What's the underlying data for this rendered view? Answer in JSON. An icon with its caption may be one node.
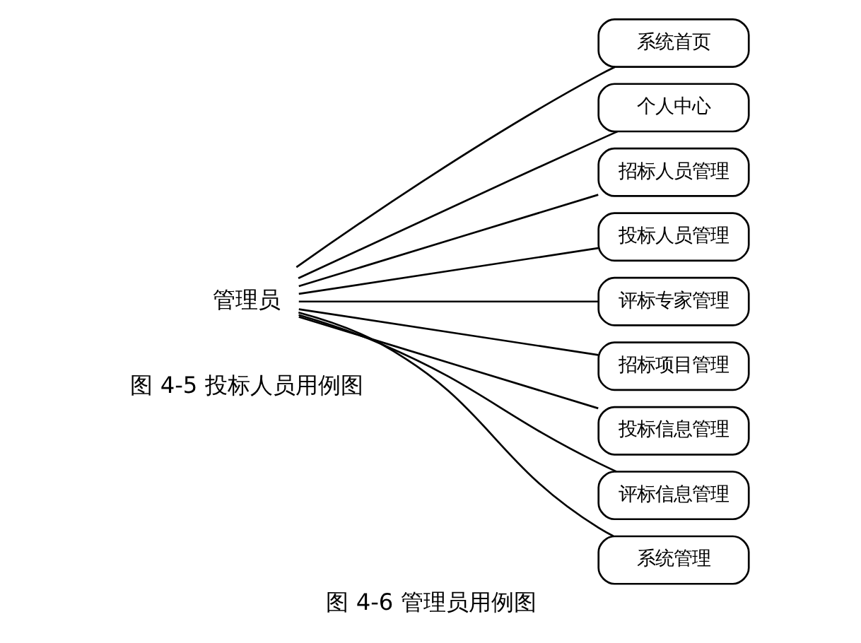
{
  "diagram": {
    "caption": "图 4-6 管理员用例图",
    "nodes": [
      {
        "text": [
          "管理员"
        ]
      },
      {
        "text": [
          "系统首页"
        ]
      },
      {
        "text": [
          "个人中心"
        ]
      },
      {
        "text": [
          "招标人员管理"
        ]
      },
      {
        "text": [
          "投标人员管理"
        ]
      },
      {
        "text": [
          "评标专家管理"
        ]
      },
      {
        "text": [
          "招标项目管理"
        ]
      },
      {
        "text": [
          "投标信息管理"
        ]
      },
      {
        "text": [
          "评标信息管理"
        ]
      },
      {
        "text": [
          "系统管理"
        ]
      }
    ],
    "edges": [
      {
        "from": 0,
        "to": 1,
        "arrow": "none"
      },
      {
        "from": 0,
        "to": 2,
        "arrow": "none"
      },
      {
        "from": 0,
        "to": 3,
        "arrow": "none"
      },
      {
        "from": 0,
        "to": 4,
        "arrow": "none"
      },
      {
        "from": 0,
        "to": 5,
        "arrow": "none"
      },
      {
        "from": 0,
        "to": 6,
        "arrow": "none"
      },
      {
        "from": 0,
        "to": 7,
        "arrow": "none"
      },
      {
        "from": 0,
        "to": 8,
        "arrow": "none"
      },
      {
        "from": 0,
        "to": 9,
        "arrow": "none"
      }
    ],
    "labels": [
      "图 4-5 投标人员用例图"
    ]
  }
}
